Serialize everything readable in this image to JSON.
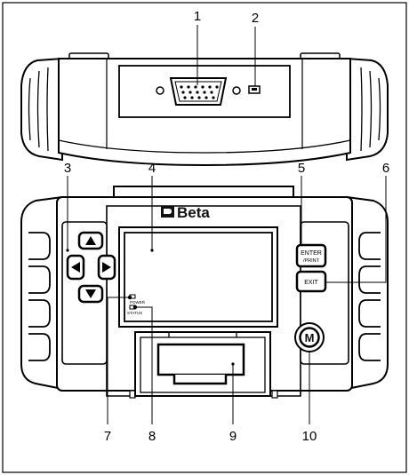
{
  "brand": {
    "name": "Beta",
    "logo": "beta-logo-icon"
  },
  "buttons": {
    "enter_line1": "ENTER",
    "enter_line2": "/PRINT",
    "exit": "EXIT",
    "m": "M"
  },
  "leds": {
    "power": "POWER",
    "status": "STATUS"
  },
  "callouts": [
    "1",
    "2",
    "3",
    "4",
    "5",
    "6",
    "7",
    "8",
    "9",
    "10"
  ],
  "icons": {
    "arrow_up": "arrow-up-icon",
    "arrow_down": "arrow-down-icon",
    "arrow_left": "arrow-left-icon",
    "arrow_right": "arrow-right-icon",
    "connector": "db15-connector-icon",
    "usb": "usb-port-icon"
  },
  "colors": {
    "stroke": "#000000",
    "background": "#ffffff"
  }
}
